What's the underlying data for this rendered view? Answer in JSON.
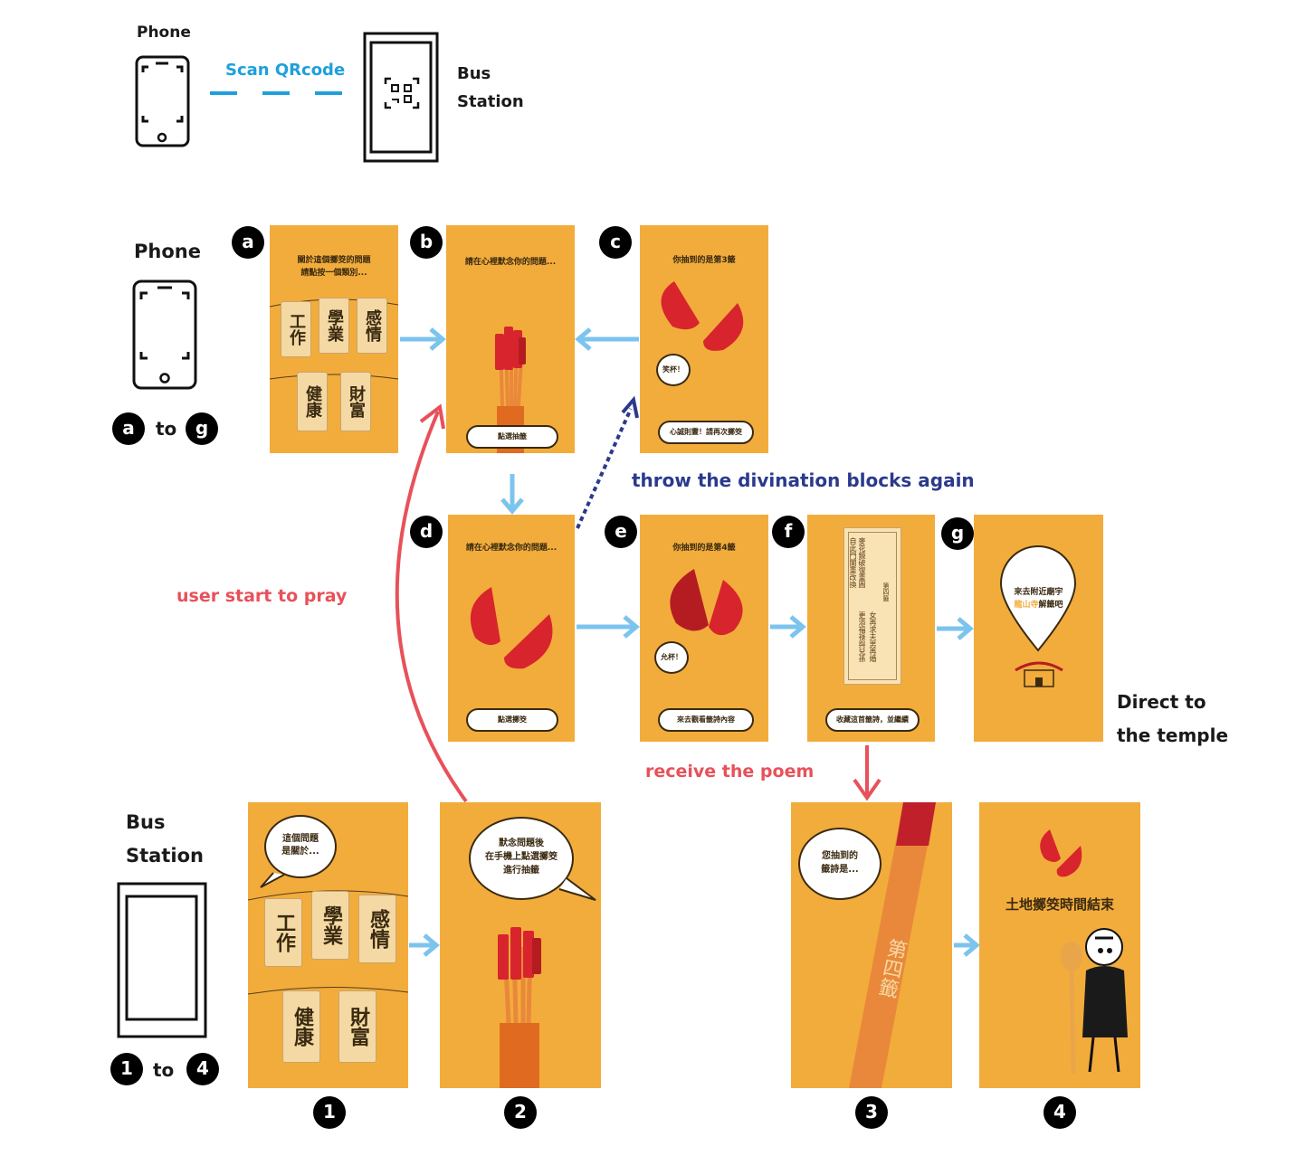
{
  "top": {
    "phone_label": "Phone",
    "scan_label": "Scan QRcode",
    "bus_label_1": "Bus",
    "bus_label_2": "Station"
  },
  "side": {
    "phone_label": "Phone",
    "phone_from": "a",
    "to_word": "to",
    "phone_to": "g",
    "bus_label_1": "Bus",
    "bus_label_2": "Station",
    "bus_from": "1",
    "bus_to": "4"
  },
  "badges": {
    "a": "a",
    "b": "b",
    "c": "c",
    "d": "d",
    "e": "e",
    "f": "f",
    "g": "g",
    "n1": "1",
    "n2": "2",
    "n3": "3",
    "n4": "4"
  },
  "screens": {
    "a": {
      "caption_1": "關於這個擲筊的問題",
      "caption_2": "請點按一個類別...",
      "tags": [
        "工作",
        "學業",
        "感情",
        "健康",
        "財富"
      ]
    },
    "b": {
      "caption": "請在心裡默念你的問題...",
      "button": "點選抽籤"
    },
    "c": {
      "caption": "你抽到的是第3籤",
      "bubble": "笑杯！",
      "button": "心誠則靈！請再次擲筊"
    },
    "d": {
      "caption": "請在心裡默念你的問題...",
      "button": "點選擲筊"
    },
    "e": {
      "caption": "你抽到的是第4籤",
      "bubble": "允杯！",
      "button": "來去觀看籤詩內容"
    },
    "f": {
      "poem_col_1": "自此門闌重改換",
      "poem_col_2": "更添福祿與兒孫",
      "poem_col_3": "麥花鏡破復重圓",
      "poem_col_4": "女再求夫男再婚",
      "poem_title": "第四籤",
      "button": "收藏這首籤詩，並繼續"
    },
    "g": {
      "pin_line_1": "來去附近廟宇",
      "pin_accent": "龍山寺",
      "pin_tail": "解籤吧"
    },
    "s1": {
      "bubble_1": "這個問題",
      "bubble_2": "是關於...",
      "tags": [
        "工作",
        "學業",
        "感情",
        "健康",
        "財富"
      ]
    },
    "s2": {
      "bubble_1": "默念問題後",
      "bubble_2": "在手機上點選擲筊",
      "bubble_3": "進行抽籤"
    },
    "s3": {
      "bubble_1": "您抽到的",
      "bubble_2": "籤詩是...",
      "stick_text": "第四籤"
    },
    "s4": {
      "title": "土地擲筊時間結束"
    }
  },
  "annotations": {
    "throw_again": "throw the divination blocks again",
    "start_pray": "user start to pray",
    "receive_poem": "receive the poem",
    "direct_1": "Direct to",
    "direct_2": "the temple"
  },
  "colors": {
    "screen_bg": "#F2AC3C",
    "flow_arrow": "#7CC4EE",
    "pray_arrow": "#E8515A",
    "throw_again_arrow": "#2B3A8C",
    "scan_line": "#1EA0DC",
    "block_red": "#D8242C"
  }
}
